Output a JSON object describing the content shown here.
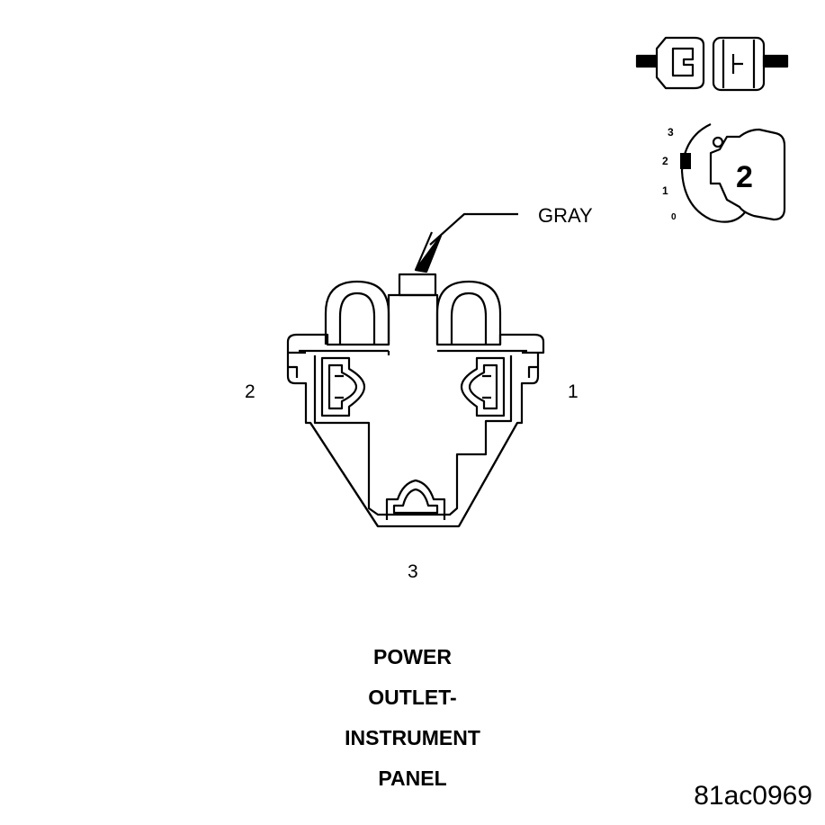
{
  "connector": {
    "color_label": "GRAY",
    "pins": [
      "1",
      "2",
      "3"
    ]
  },
  "title_lines": [
    "POWER",
    "OUTLET-",
    "INSTRUMENT",
    "PANEL"
  ],
  "figure_code": "81ac0969",
  "key_indicator": {
    "scale": [
      "3",
      "2",
      "1",
      "0"
    ],
    "key_number": "2"
  }
}
